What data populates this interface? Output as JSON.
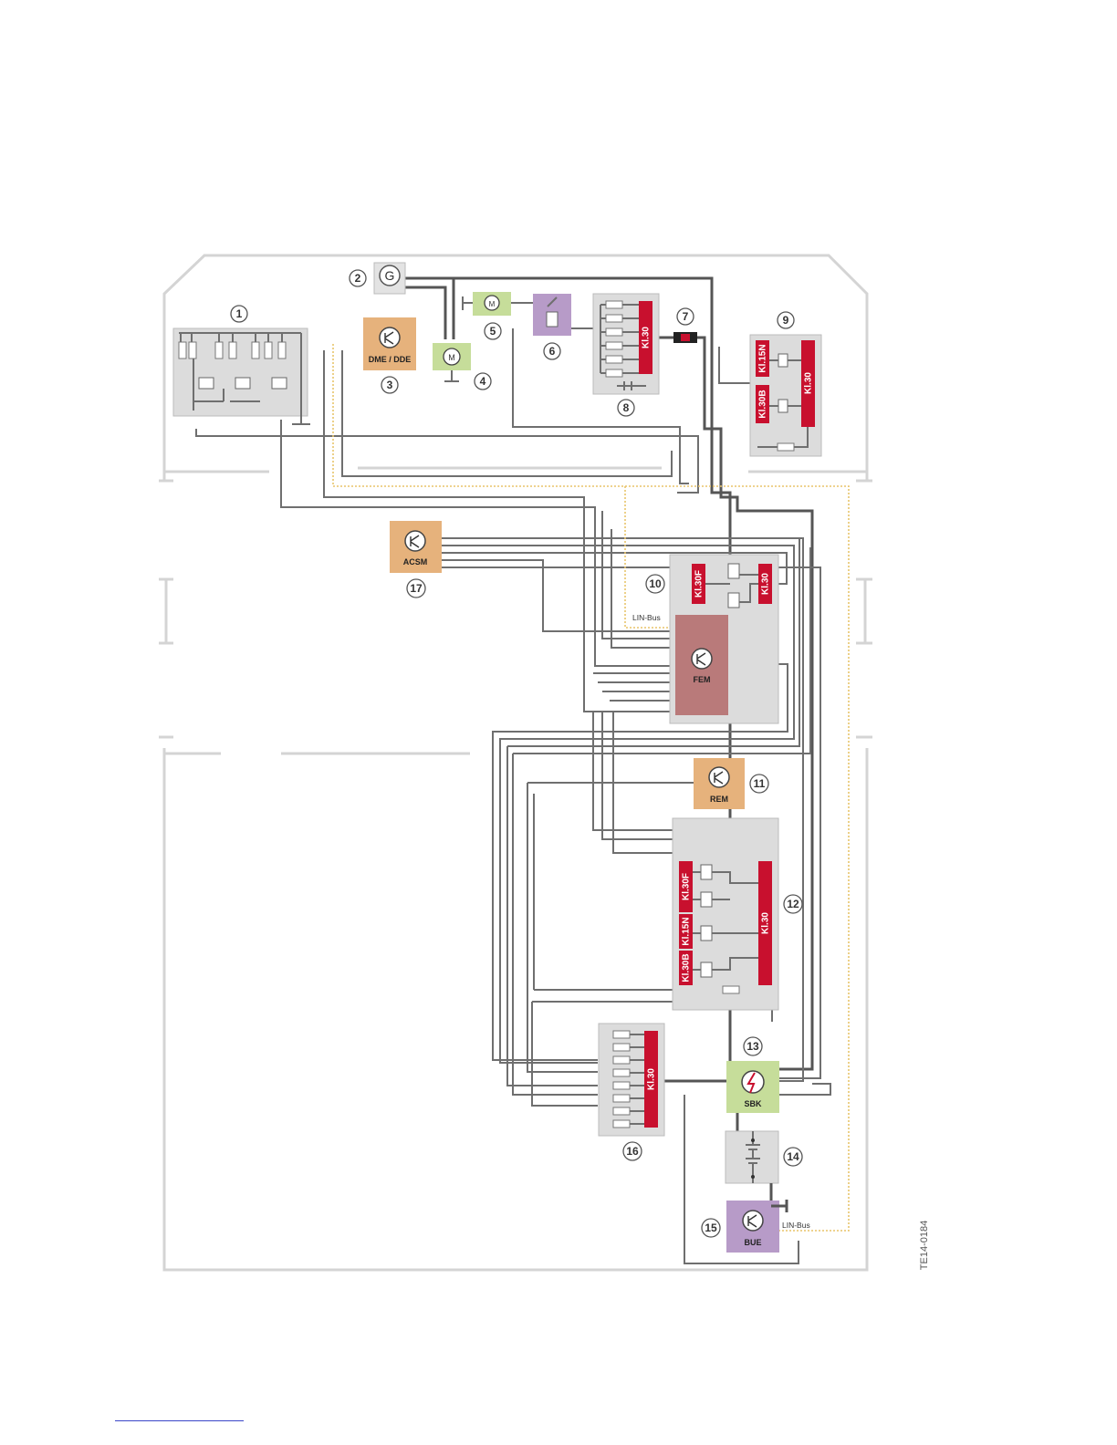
{
  "diagram": {
    "code": "TE14-0184",
    "lin_bus_label": "LIN-Bus",
    "components": {
      "dme_dde": "DME / DDE",
      "acsm": "ACSM",
      "fem": "FEM",
      "rem": "REM",
      "sbk": "SBK",
      "bue": "BUE",
      "generator": "G",
      "motor": "M"
    },
    "terminals": {
      "kl30": "Kl.30",
      "kl15n": "Kl.15N",
      "kl30b": "Kl.30B",
      "kl30f": "Kl.30F"
    },
    "callouts": [
      "1",
      "2",
      "3",
      "4",
      "5",
      "6",
      "7",
      "8",
      "9",
      "10",
      "11",
      "12",
      "13",
      "14",
      "15",
      "16",
      "17"
    ],
    "colors": {
      "control_unit": "#e6b27c",
      "fem_unit": "#b97a7a",
      "motor_unit": "#c6dd9a",
      "relay_unit": "#b79bc8",
      "terminal_bar": "#c8102e",
      "lin_bus": "#e8c46a",
      "fuse_box": "#dcdcdc"
    }
  }
}
